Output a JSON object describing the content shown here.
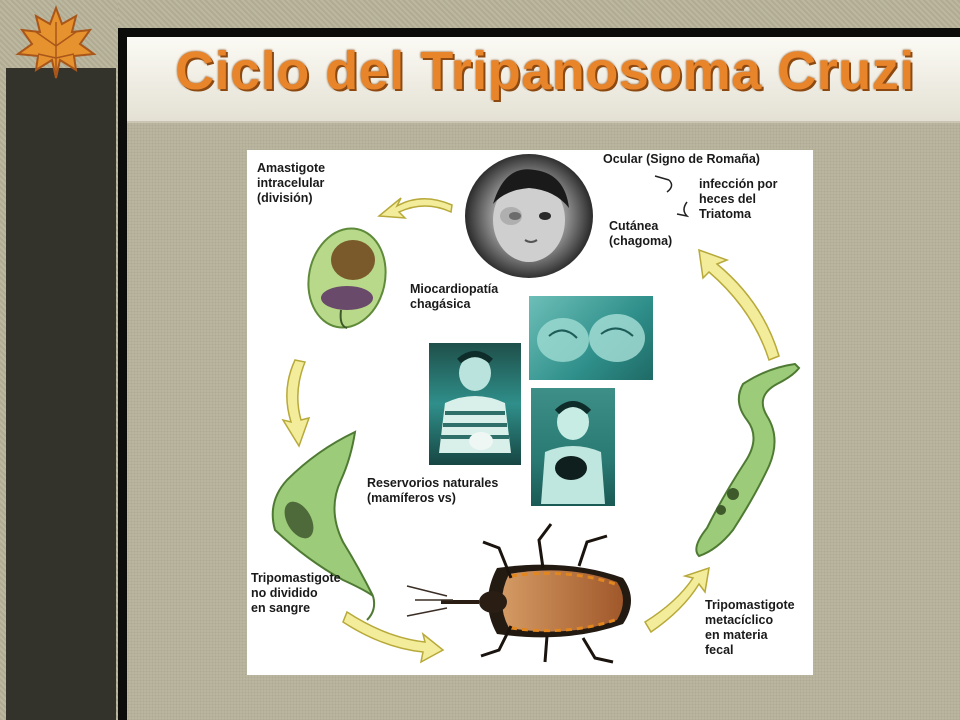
{
  "slide": {
    "title": "Ciclo del Tripanosoma Cruzi"
  },
  "diagram": {
    "labels": {
      "amastigote_line1": "Amastigote",
      "amastigote_line2": "intracelular",
      "amastigote_line3": "(división)",
      "ocular": "Ocular (Signo de Romaña)",
      "infeccion_line1": "infección por",
      "infeccion_line2": "heces del",
      "infeccion_line3": "Triatoma",
      "cutanea_line1": "Cutánea",
      "cutanea_line2": "(chagoma)",
      "miocardiopatia_line1": "Miocardiopatía",
      "miocardiopatia_line2": "chagásica",
      "reservorios_line1": "Reservorios naturales",
      "reservorios_line2": "(mamíferos vs)",
      "tripo_nodiv_line1": "Tripomastigote",
      "tripo_nodiv_line2": "no dividido",
      "tripo_nodiv_line3": "en sangre",
      "tripo_meta_line1": "Tripomastigote",
      "tripo_meta_line2": "metacíclico",
      "tripo_meta_line3": "en materia",
      "tripo_meta_line4": "fecal"
    },
    "colors": {
      "arrow_fill": "#f3ec9a",
      "arrow_stroke": "#b7a93a",
      "parasite_green": "#8fc36b",
      "bug_brown": "#b7703a",
      "photo_teal": "#2f8f8a"
    }
  }
}
